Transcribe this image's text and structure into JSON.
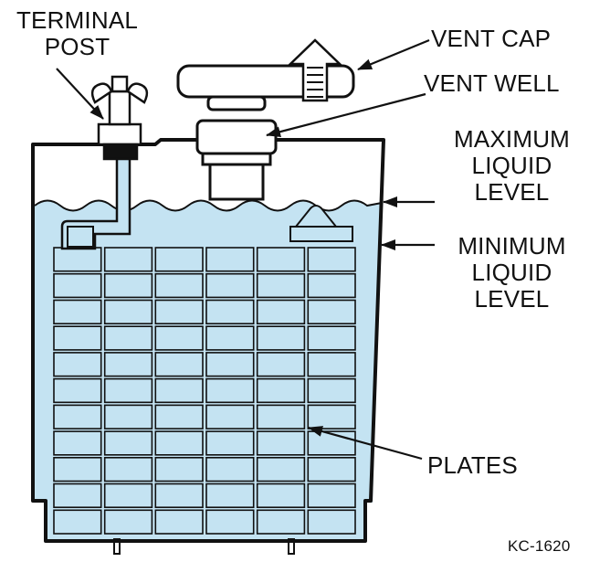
{
  "labels": {
    "terminal_post": [
      "TERMINAL",
      "POST"
    ],
    "vent_cap": "VENT CAP",
    "vent_well": "VENT WELL",
    "maximum_liquid_level": [
      "MAXIMUM",
      "LIQUID",
      "LEVEL"
    ],
    "minimum_liquid_level": [
      "MINIMUM",
      "LIQUID",
      "LEVEL"
    ],
    "plates": "PLATES",
    "figure_code": "KC-1620"
  },
  "colors": {
    "liquid": "#c4e3f2",
    "outline": "#111111",
    "background": "#ffffff"
  },
  "plates": {
    "columns": 6,
    "rows": 11
  }
}
